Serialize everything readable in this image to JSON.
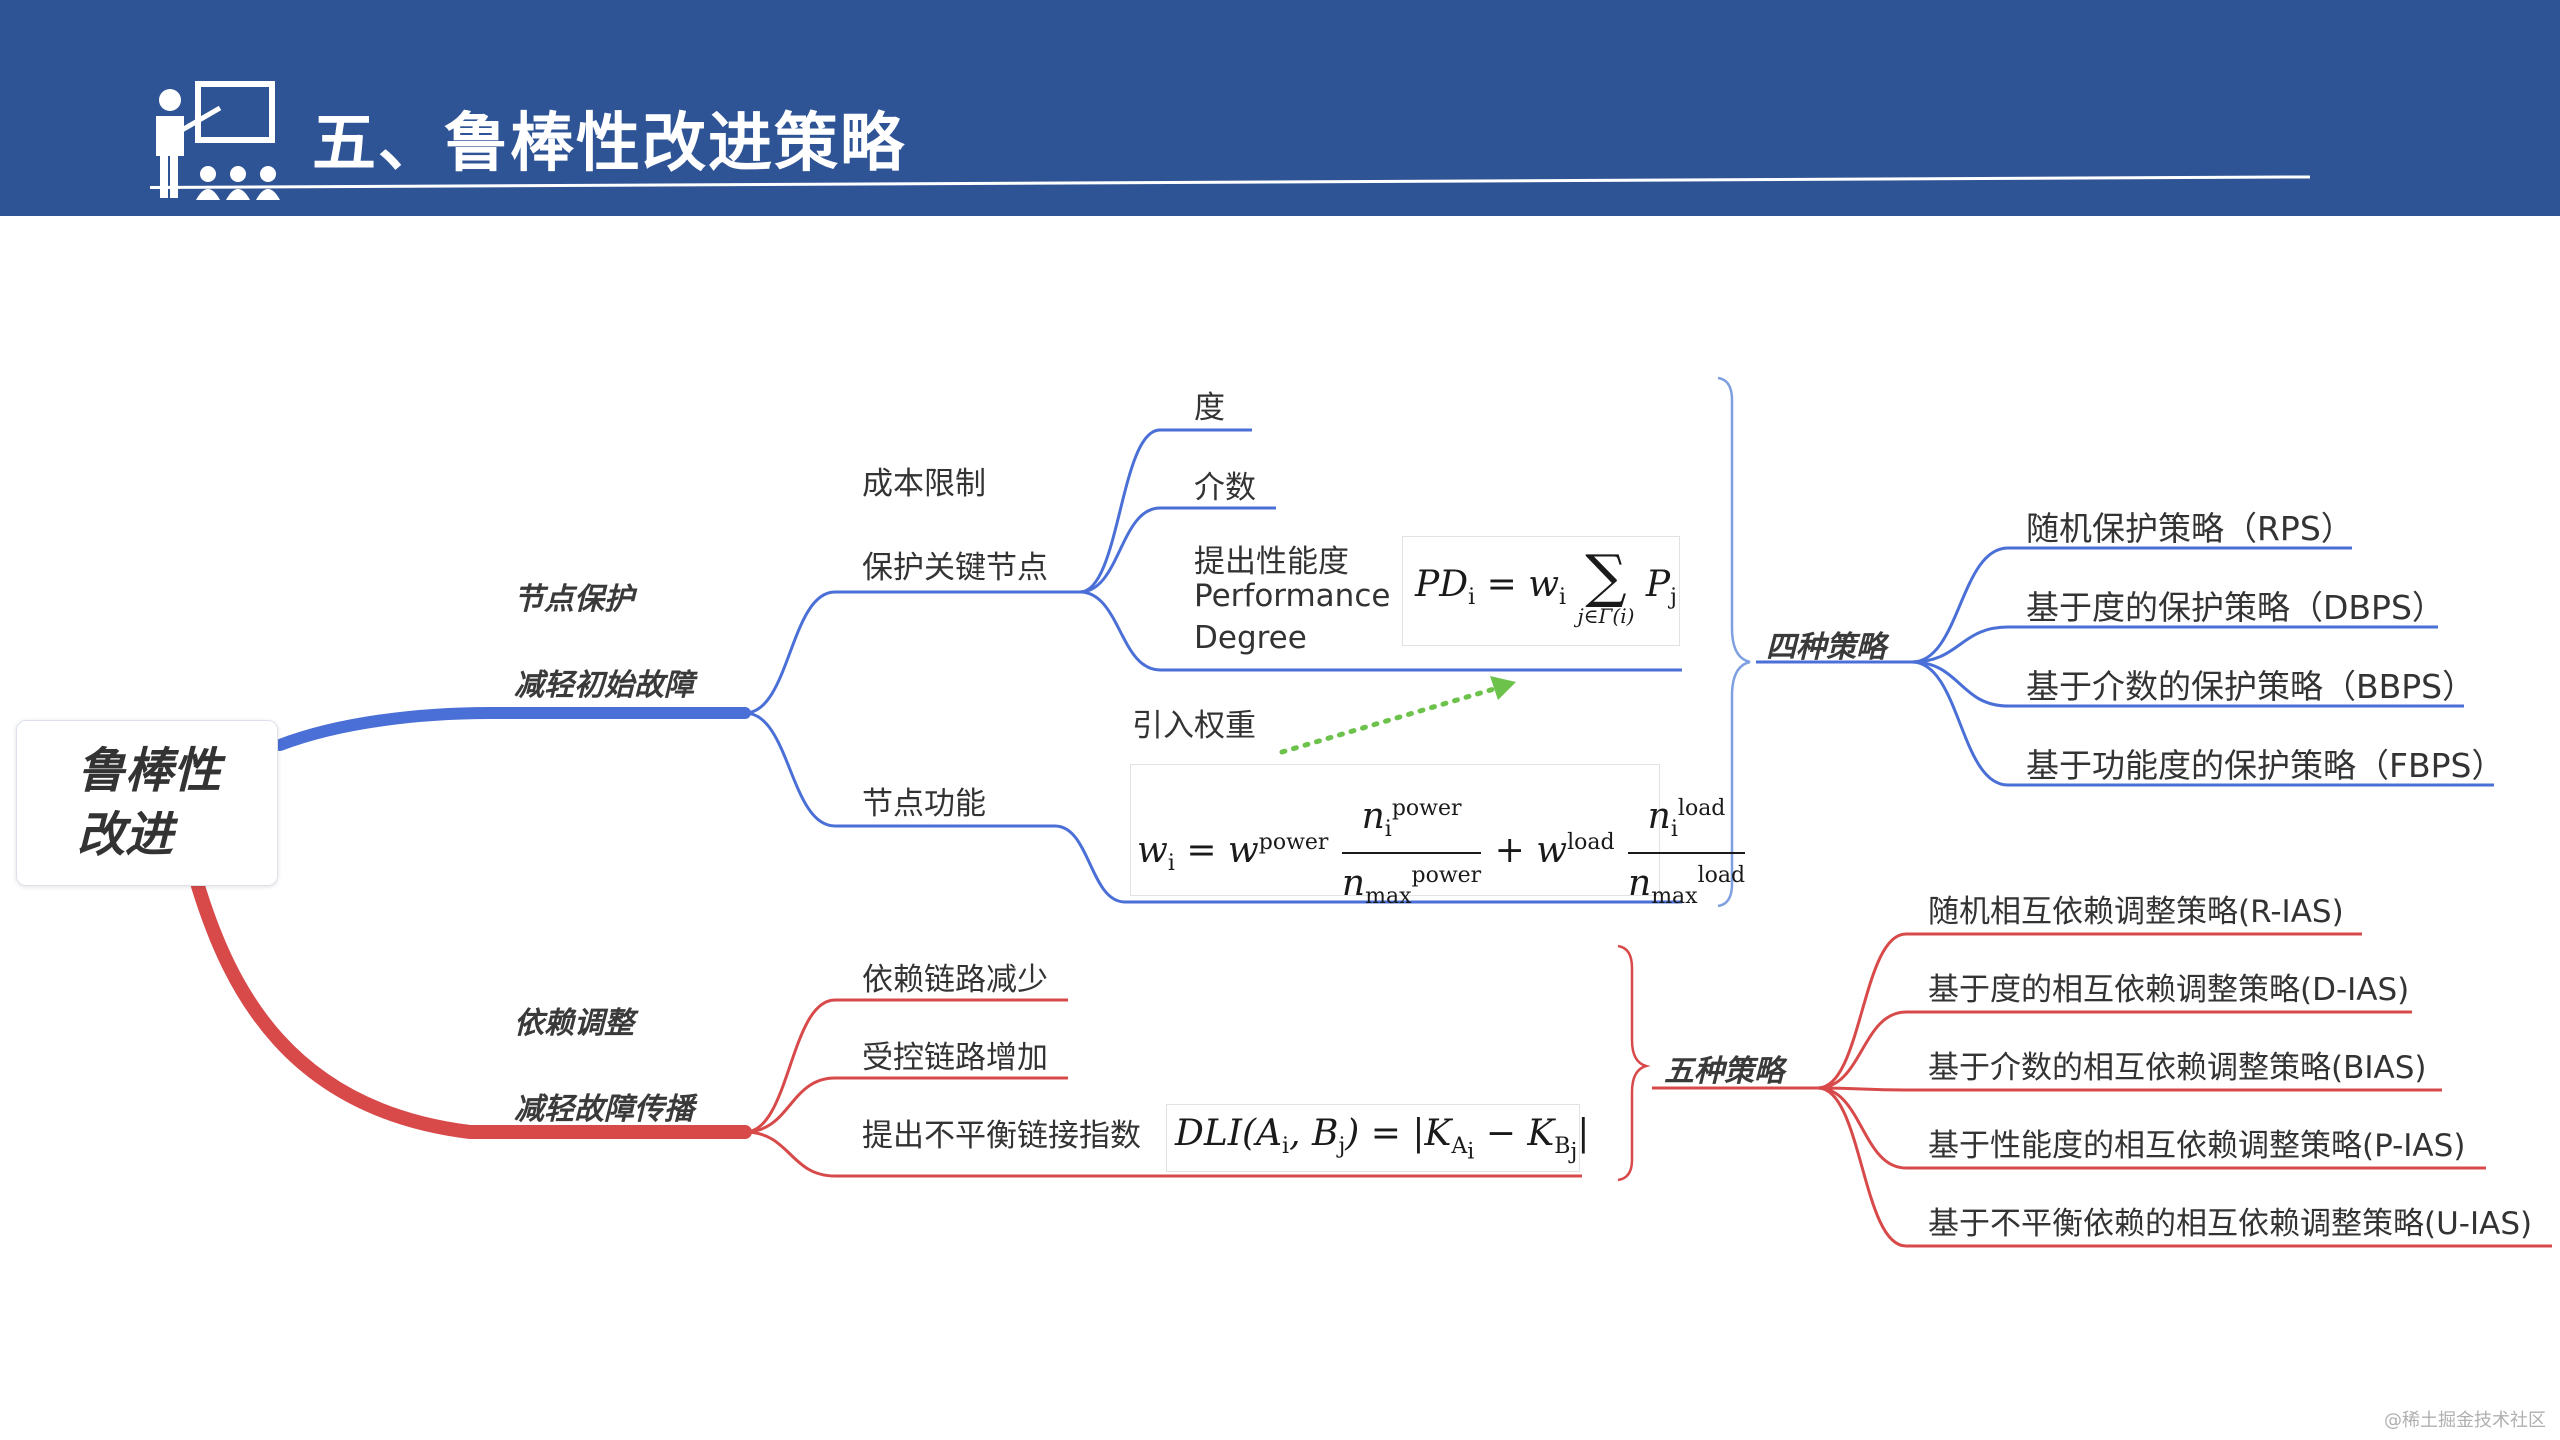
{
  "header": {
    "title": "五、鲁棒性改进策略",
    "background_color": "#2f5496"
  },
  "mindmap": {
    "root": "鲁棒性\n改进",
    "colors": {
      "blue": "#4a6fd6",
      "red": "#d84a4a"
    },
    "blue_branch": {
      "label_line1": "节点保护",
      "label_line2": "减轻初始故障",
      "children": {
        "cost_limit": "成本限制",
        "protect_key": "保护关键节点",
        "node_function": "节点功能"
      },
      "key_node_children": {
        "degree": "度",
        "betweenness": "介数",
        "performance_line1": "提出性能度",
        "performance_line2": "Performance",
        "performance_line3": "Degree"
      },
      "weight_label": "引入权重"
    },
    "red_branch": {
      "label_line1": "依赖调整",
      "label_line2": "减轻故障传播",
      "children": {
        "reduce": "依赖链路减少",
        "increase": "受控链路增加",
        "dli": "提出不平衡链接指数"
      }
    },
    "four_strategies": {
      "title": "四种策略",
      "items": [
        "随机保护策略（RPS）",
        "基于度的保护策略（DBPS）",
        "基于介数的保护策略（BBPS）",
        "基于功能度的保护策略（FBPS）"
      ]
    },
    "five_strategies": {
      "title": "五种策略",
      "items": [
        "随机相互依赖调整策略(R-IAS)",
        "基于度的相互依赖调整策略(D-IAS)",
        "基于介数的相互依赖调整策略(BIAS)",
        "基于性能度的相互依赖调整策略(P-IAS)",
        "基于不平衡依赖的相互依赖调整策略(U-IAS)"
      ]
    }
  },
  "watermark": "@稀土掘金技术社区"
}
